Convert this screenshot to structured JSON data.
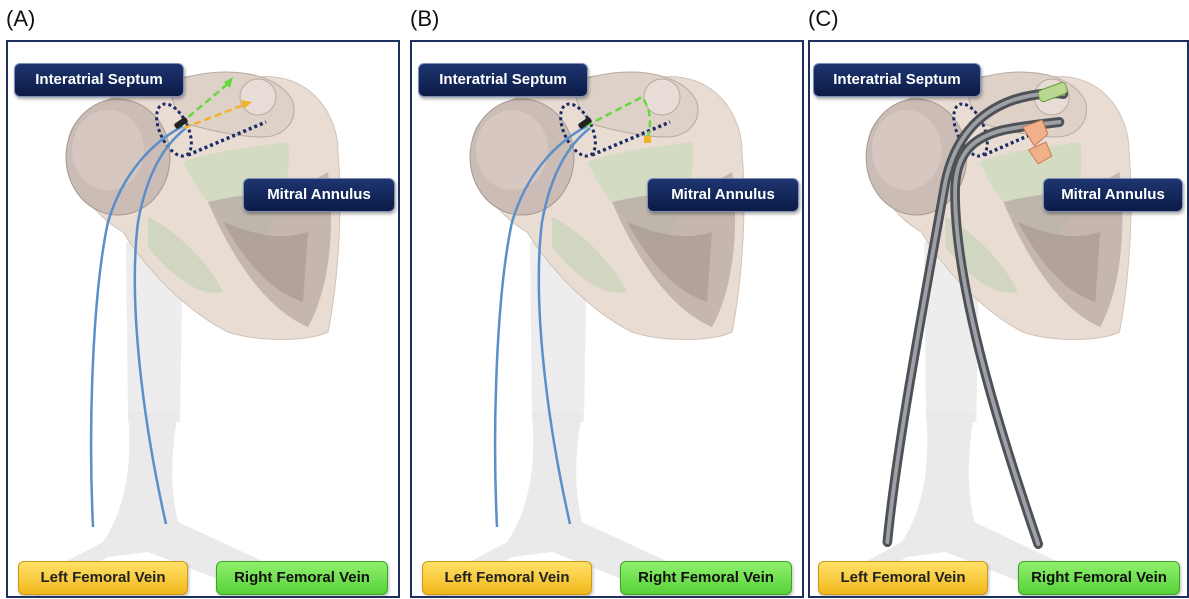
{
  "panels": [
    {
      "letter": "(A)",
      "septum_label": "Interatrial Septum",
      "mitral_label": "Mitral Annulus",
      "left_vein_label": "Left Femoral Vein",
      "right_vein_label": "Right Femoral Vein"
    },
    {
      "letter": "(B)",
      "septum_label": "Interatrial Septum",
      "mitral_label": "Mitral Annulus",
      "left_vein_label": "Left Femoral Vein",
      "right_vein_label": "Right Femoral Vein"
    },
    {
      "letter": "(C)",
      "septum_label": "Interatrial Septum",
      "mitral_label": "Mitral Annulus",
      "left_vein_label": "Left Femoral Vein",
      "right_vein_label": "Right Femoral Vein"
    }
  ],
  "colors": {
    "frame": "#1d2f5c",
    "label_navy": "#0f1f4d",
    "left_vein_yellow": "#f6c42c",
    "right_vein_green": "#66d945",
    "wire_blue": "#5b8fc9",
    "catheter_gray": "#6f7378"
  }
}
